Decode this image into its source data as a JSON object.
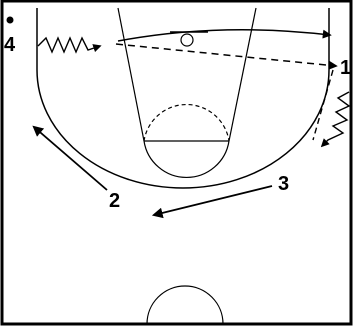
{
  "diagram": {
    "players": [
      {
        "id": "p4",
        "label": "4"
      },
      {
        "id": "p1",
        "label": "1"
      },
      {
        "id": "p2",
        "label": "2"
      },
      {
        "id": "p3",
        "label": "3"
      }
    ],
    "colors": {
      "background": "#ffffff",
      "court_line": "#000000",
      "action_line": "#000000"
    },
    "legend": {
      "dribble": "zigzag-line",
      "pass": "dashed-arrow",
      "cut": "solid-arrow",
      "ball": "dot"
    }
  }
}
